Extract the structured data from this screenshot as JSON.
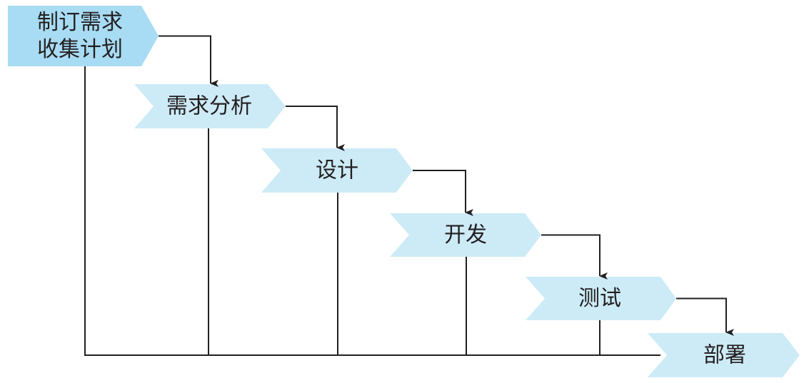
{
  "diagram": {
    "type": "waterfall-process",
    "colors": {
      "first_stage_fill": "#a8dcf4",
      "stage_fill": "#cdebf7",
      "line": "#231f20",
      "text": "#231f20"
    },
    "stages": [
      {
        "id": "plan",
        "lines": [
          "制订需求",
          "收集计划"
        ]
      },
      {
        "id": "analysis",
        "lines": [
          "需求分析"
        ]
      },
      {
        "id": "design",
        "lines": [
          "设计"
        ]
      },
      {
        "id": "develop",
        "lines": [
          "开发"
        ]
      },
      {
        "id": "test",
        "lines": [
          "测试"
        ]
      },
      {
        "id": "deploy",
        "lines": [
          "部署"
        ]
      }
    ],
    "flow": [
      {
        "from": "plan",
        "to": "analysis"
      },
      {
        "from": "analysis",
        "to": "design"
      },
      {
        "from": "design",
        "to": "develop"
      },
      {
        "from": "develop",
        "to": "test"
      },
      {
        "from": "test",
        "to": "deploy"
      }
    ],
    "feedback_bus": {
      "from": [
        "plan",
        "analysis",
        "design",
        "develop",
        "test"
      ],
      "to": "deploy"
    }
  }
}
